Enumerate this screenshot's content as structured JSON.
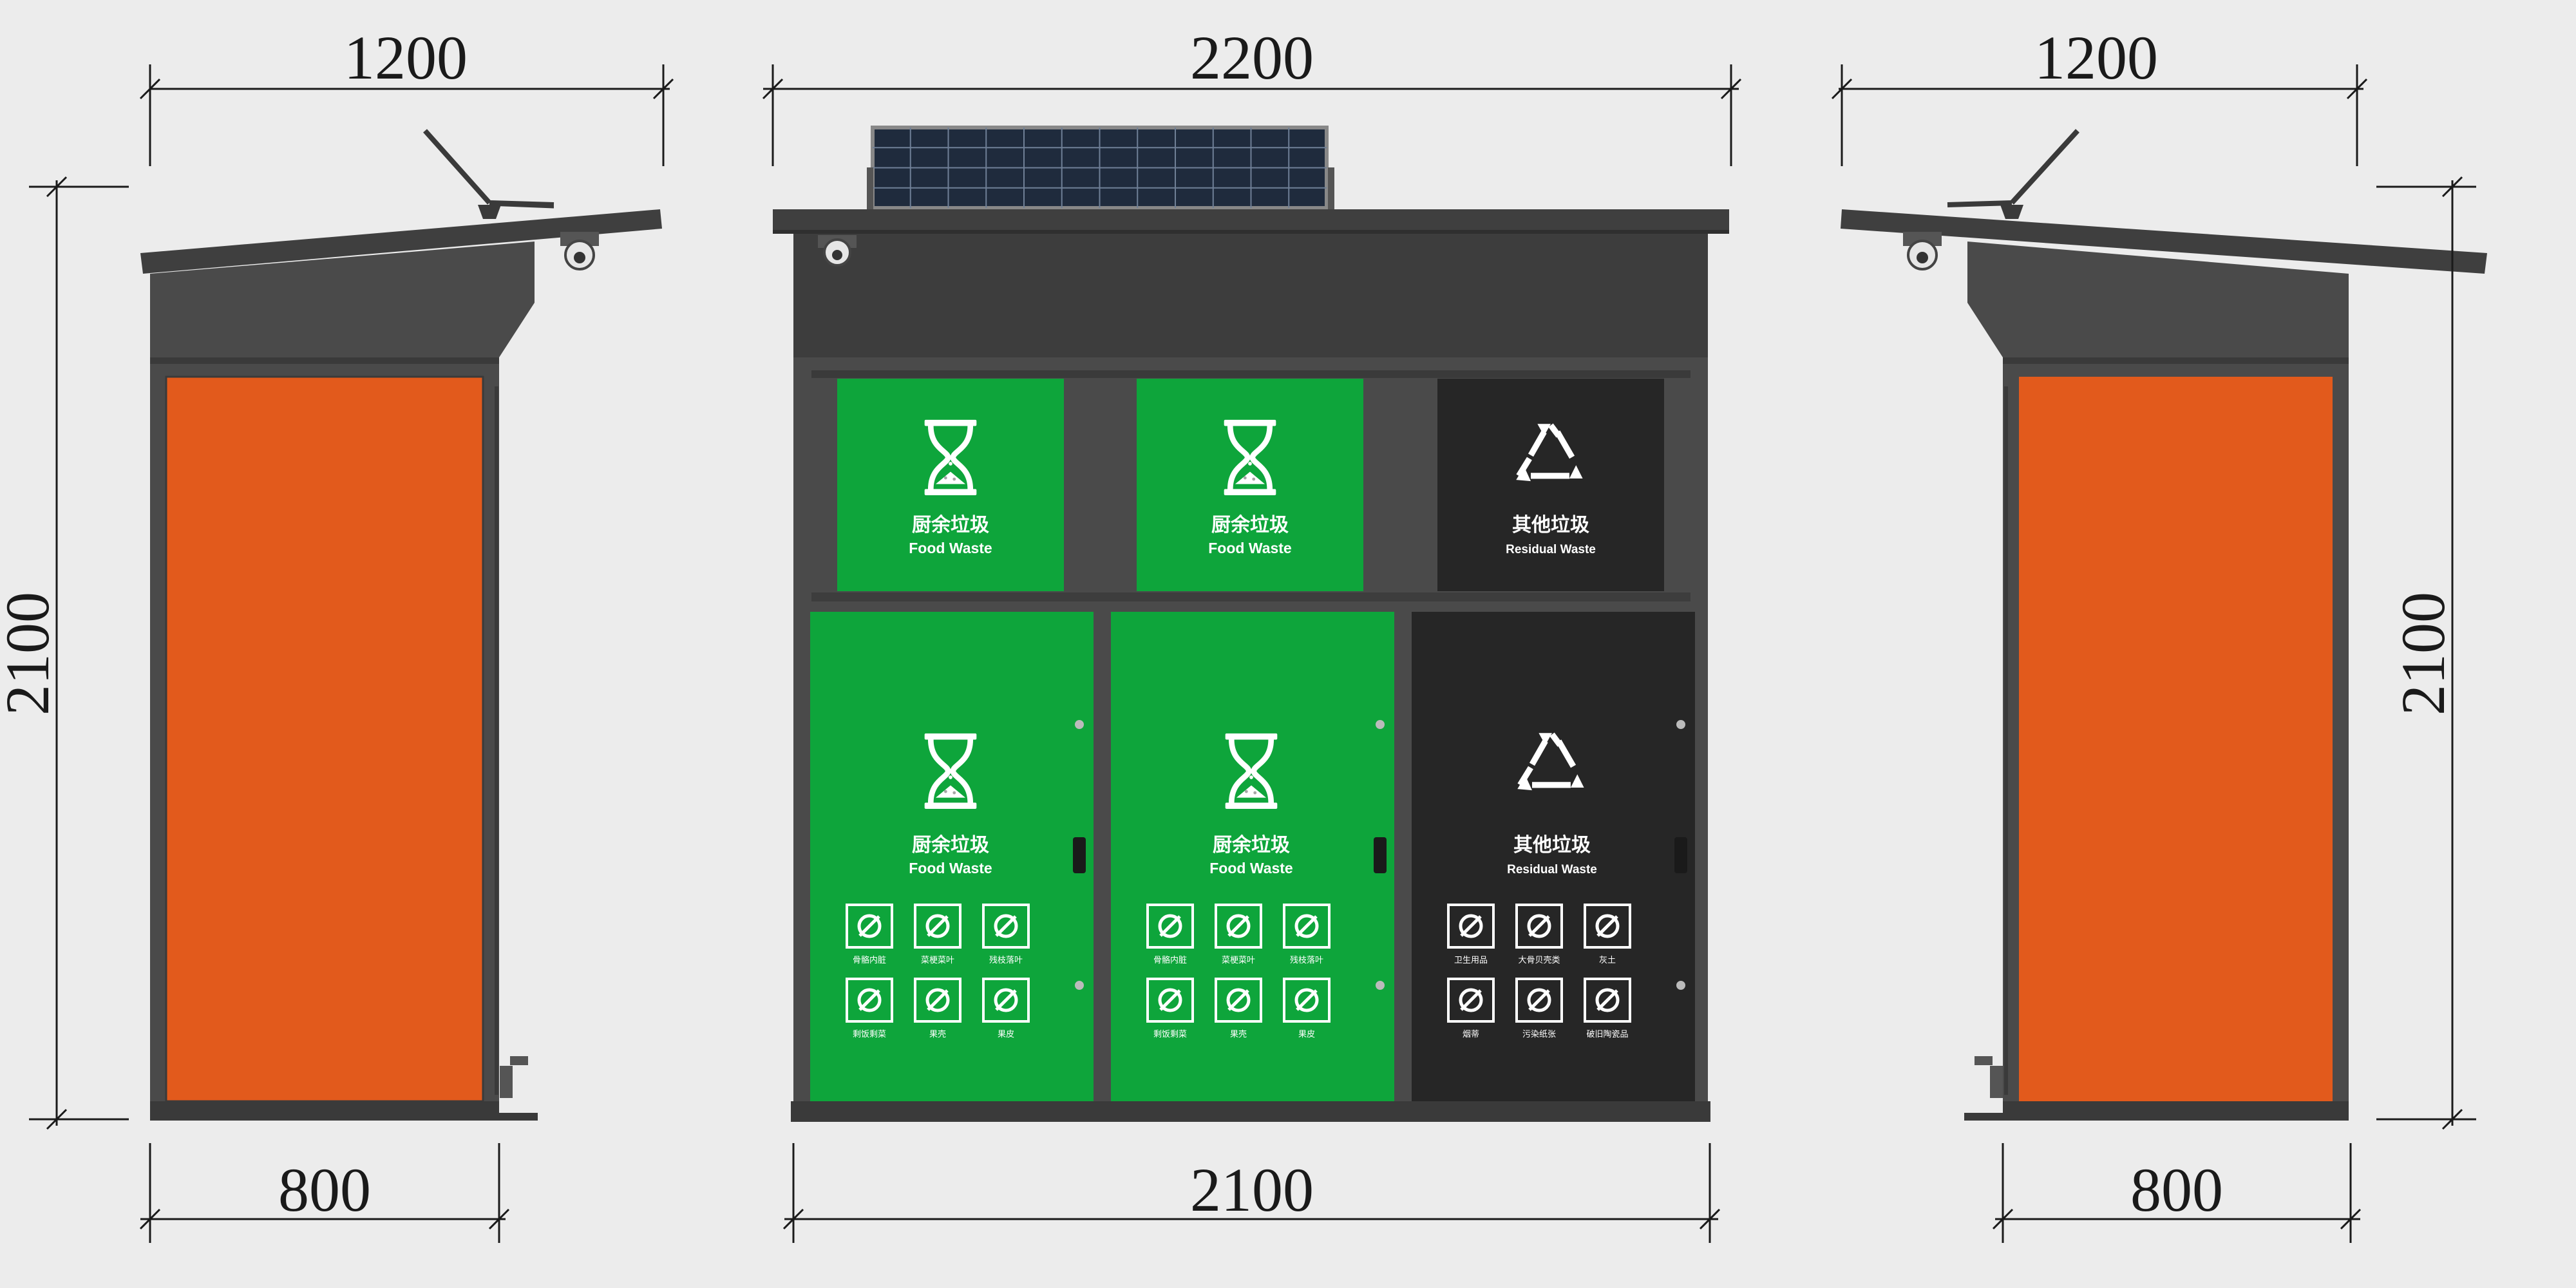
{
  "dimensions": {
    "left_top": "1200",
    "left_height": "2100",
    "left_bottom": "800",
    "center_top": "2200",
    "center_bottom": "2100",
    "right_top": "1200",
    "right_height": "2100",
    "right_bottom": "800"
  },
  "bins": {
    "food": {
      "cn": "厨余垃圾",
      "en": "Food Waste",
      "color": "#0ea53b"
    },
    "residual": {
      "cn": "其他垃圾",
      "en": "Residual Waste",
      "color": "#262626"
    }
  },
  "food_items": [
    "骨骼内脏",
    "菜梗菜叶",
    "残枝落叶",
    "剩饭剩菜",
    "果壳",
    "果皮"
  ],
  "residual_items": [
    "卫生用品",
    "大骨贝壳类",
    "灰土",
    "烟蒂",
    "污染纸张",
    "破旧陶瓷品"
  ],
  "colors": {
    "frame": "#4a4a4a",
    "frame_dark": "#3a3a3a",
    "side_panel": "#e25a1c",
    "background": "#ececec"
  }
}
